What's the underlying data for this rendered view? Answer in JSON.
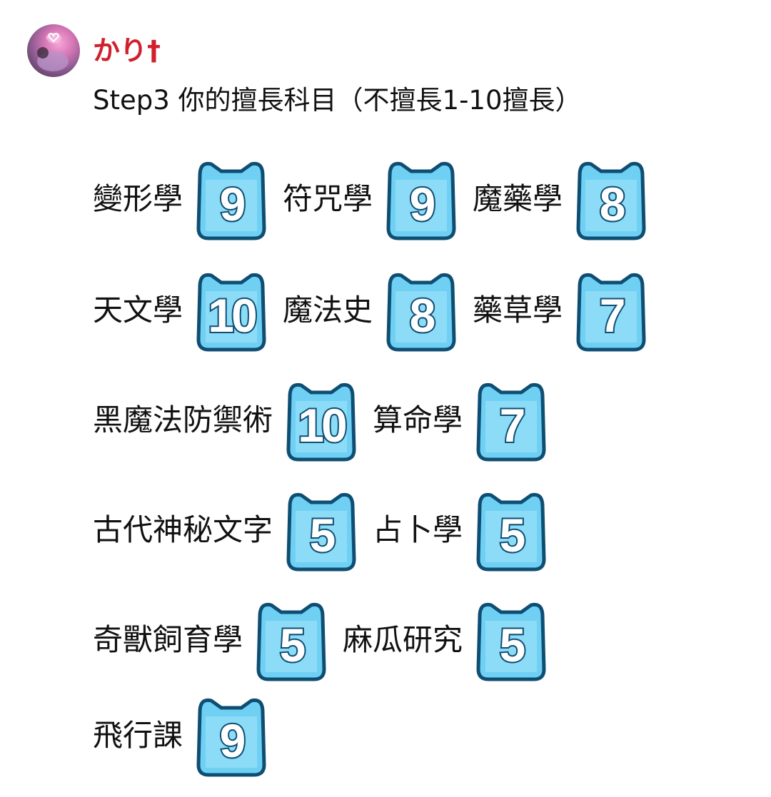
{
  "post": {
    "author": "かり†",
    "text": "Step3 你的擅長科目（不擅長1-10擅長）"
  },
  "subjects": [
    {
      "name": "變形學",
      "score": "9"
    },
    {
      "name": "符咒學",
      "score": "9"
    },
    {
      "name": "魔藥學",
      "score": "8"
    },
    {
      "name": "天文學",
      "score": "10"
    },
    {
      "name": "魔法史",
      "score": "8"
    },
    {
      "name": "藥草學",
      "score": "7"
    },
    {
      "name": "黑魔法防禦術",
      "score": "10"
    },
    {
      "name": "算命學",
      "score": "7"
    },
    {
      "name": "古代神秘文字",
      "score": "5"
    },
    {
      "name": "占卜學",
      "score": "5"
    },
    {
      "name": "奇獸飼育學",
      "score": "5"
    },
    {
      "name": "麻瓜研究",
      "score": "5"
    },
    {
      "name": "飛行課",
      "score": "9"
    }
  ],
  "badge_colors": {
    "fill": "#6fd0f4",
    "inner": "#8cdcf8",
    "outline": "#0f4e73"
  }
}
